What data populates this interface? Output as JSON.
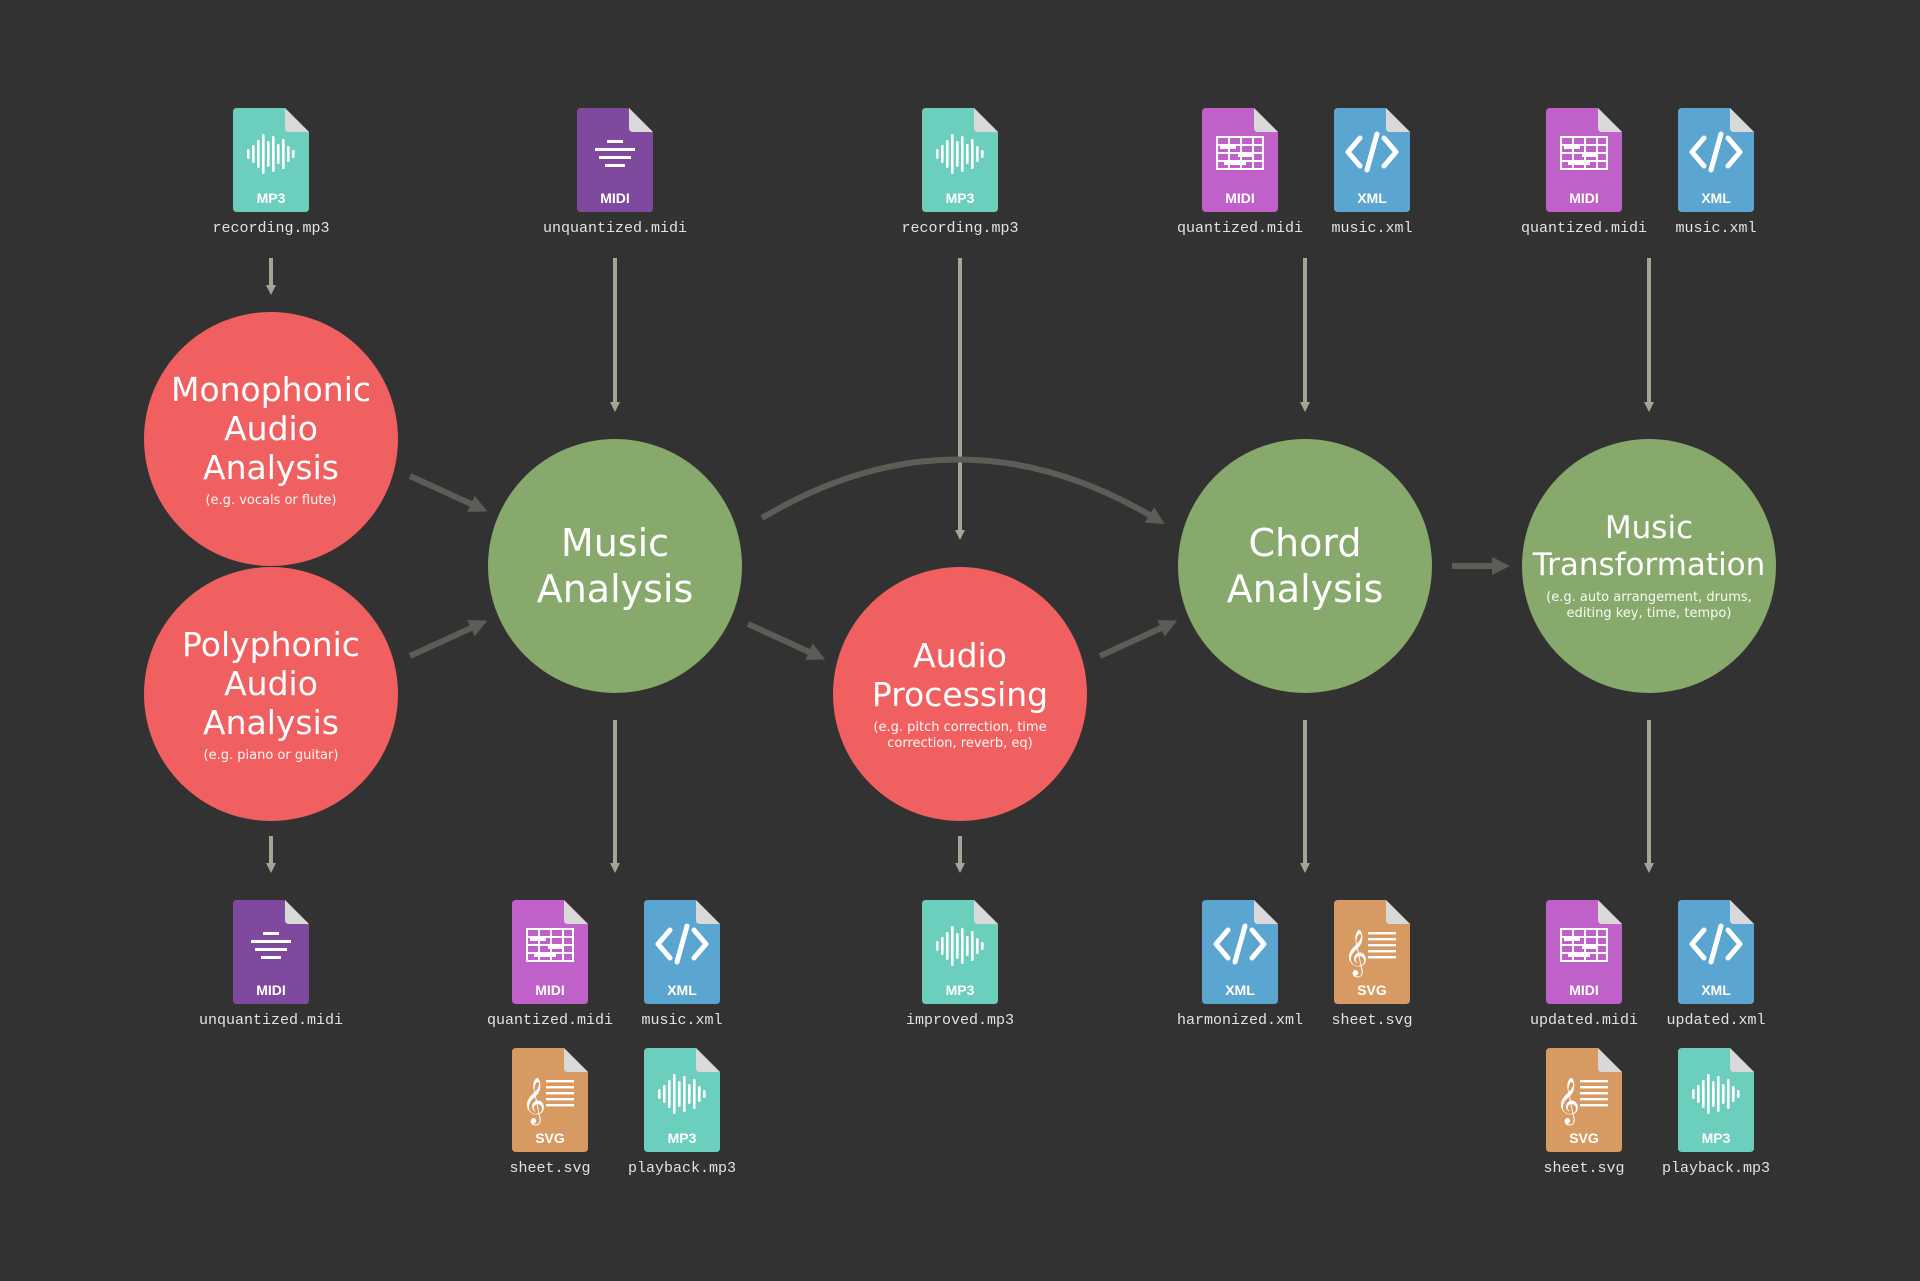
{
  "colors": {
    "background": "#323232",
    "audio_node": "#f06060",
    "analysis_node": "#87a96b",
    "arrow_down": "#a8a495",
    "arrow_flow": "#5e5c57",
    "mp3": "#6ccfbe",
    "midi_unquantized": "#7f4a9e",
    "midi_quantized": "#c061c9",
    "xml": "#5aa6d0",
    "svg": "#d69a62"
  },
  "nodes": [
    {
      "id": "mono",
      "title": "Monophonic\nAudio Analysis",
      "subtitle": "(e.g. vocals or flute)"
    },
    {
      "id": "poly",
      "title": "Polyphonic\nAudio Analysis",
      "subtitle": "(e.g. piano or guitar)"
    },
    {
      "id": "music",
      "title": "Music\nAnalysis",
      "subtitle": ""
    },
    {
      "id": "audio",
      "title": "Audio\nProcessing",
      "subtitle": "(e.g. pitch correction, time\ncorrection, reverb, eq)"
    },
    {
      "id": "chord",
      "title": "Chord\nAnalysis",
      "subtitle": ""
    },
    {
      "id": "transform",
      "title": "Music\nTransformation",
      "subtitle": "(e.g. auto arrangement, drums,\nediting key, time, tempo)"
    }
  ],
  "inputs": [
    {
      "type": "MP3",
      "icon": "waveform-icon",
      "name": "recording.mp3"
    },
    {
      "type": "MIDI",
      "icon": "lines-icon",
      "name": "unquantized.midi"
    },
    {
      "type": "MP3",
      "icon": "waveform-icon",
      "name": "recording.mp3"
    },
    {
      "type": "MIDI",
      "icon": "grid-icon",
      "name": "quantized.midi"
    },
    {
      "type": "XML",
      "icon": "code-icon",
      "name": "music.xml"
    },
    {
      "type": "MIDI",
      "icon": "grid-icon",
      "name": "quantized.midi"
    },
    {
      "type": "XML",
      "icon": "code-icon",
      "name": "music.xml"
    }
  ],
  "outputs": [
    {
      "type": "MIDI",
      "icon": "lines-icon",
      "name": "unquantized.midi"
    },
    {
      "type": "MIDI",
      "icon": "grid-icon",
      "name": "quantized.midi"
    },
    {
      "type": "XML",
      "icon": "code-icon",
      "name": "music.xml"
    },
    {
      "type": "SVG",
      "icon": "treble-clef-icon",
      "name": "sheet.svg"
    },
    {
      "type": "MP3",
      "icon": "waveform-icon",
      "name": "playback.mp3"
    },
    {
      "type": "MP3",
      "icon": "waveform-icon",
      "name": "improved.mp3"
    },
    {
      "type": "XML",
      "icon": "code-icon",
      "name": "harmonized.xml"
    },
    {
      "type": "SVG",
      "icon": "treble-clef-icon",
      "name": "sheet.svg"
    },
    {
      "type": "MIDI",
      "icon": "grid-icon",
      "name": "updated.midi"
    },
    {
      "type": "XML",
      "icon": "code-icon",
      "name": "updated.xml"
    },
    {
      "type": "SVG",
      "icon": "treble-clef-icon",
      "name": "sheet.svg"
    },
    {
      "type": "MP3",
      "icon": "waveform-icon",
      "name": "playback.mp3"
    }
  ]
}
